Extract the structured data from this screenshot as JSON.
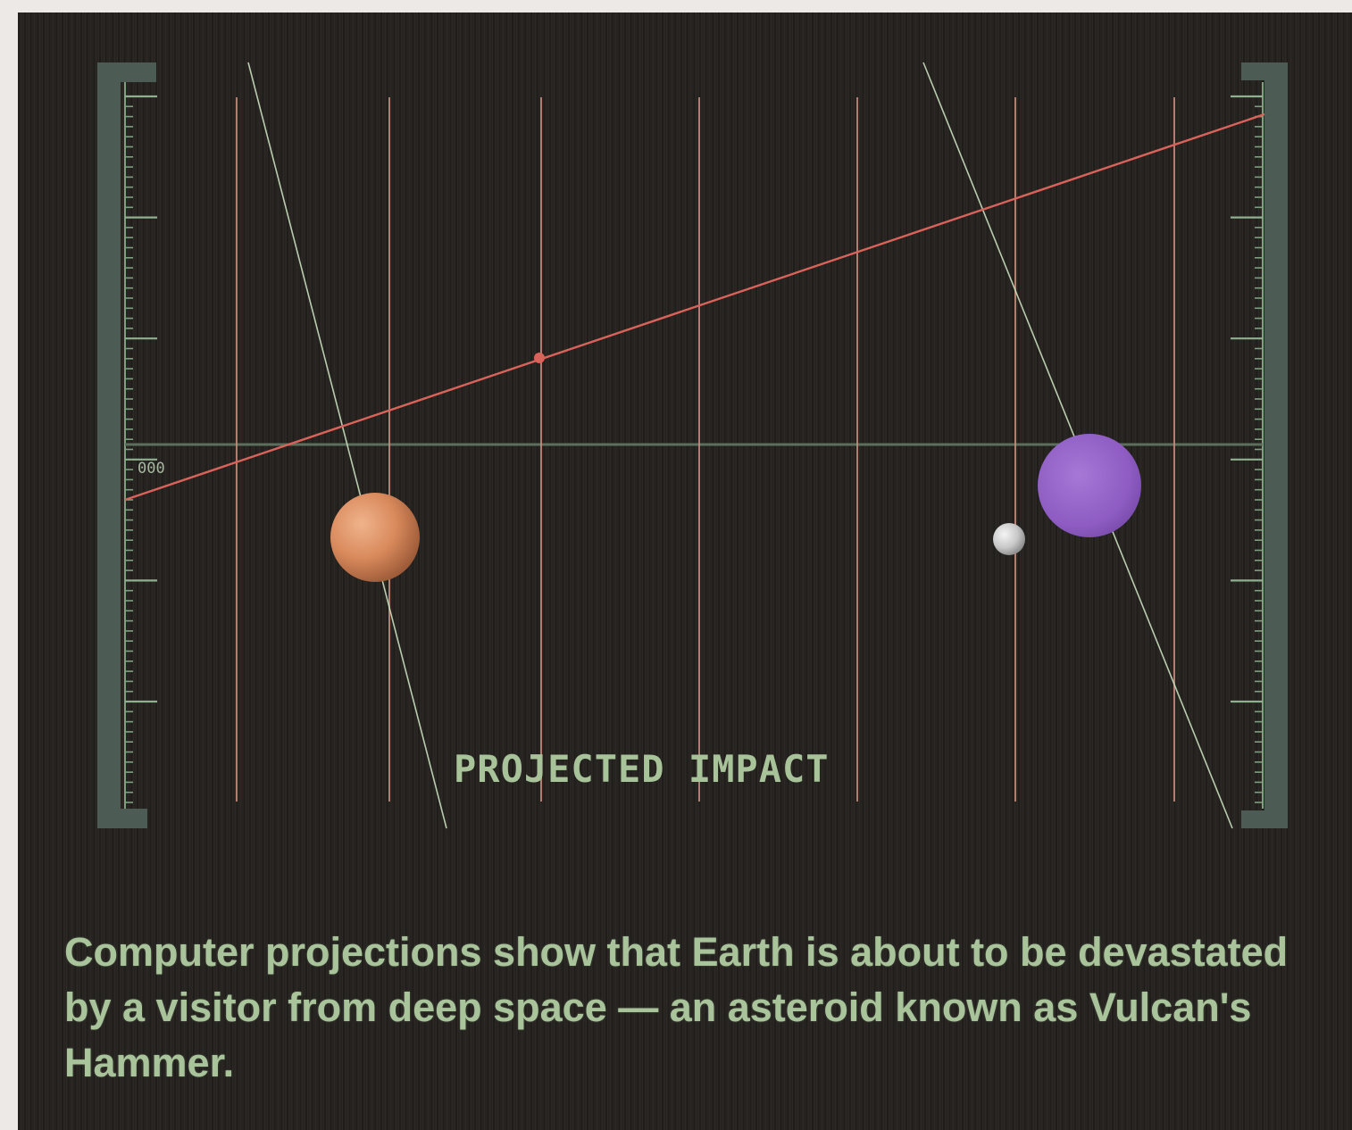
{
  "display": {
    "impact_label": "PROJECTED IMPACT",
    "counter_label": "000"
  },
  "caption": {
    "text": "Computer projections show that Earth is about to be devastated by a visitor from deep space — an asteroid known as Vulcan's Hammer."
  },
  "bodies": {
    "orange_planet": {
      "color": "#d98a5c"
    },
    "purple_planet": {
      "color": "#8e5cc2"
    },
    "moon": {
      "color": "#c8c8c8"
    }
  },
  "colors": {
    "background": "#262320",
    "grid": "#c98f7f",
    "trajectory_green": "#c9dfbe",
    "trajectory_red": "#d9635a",
    "text": "#a9c49b"
  }
}
